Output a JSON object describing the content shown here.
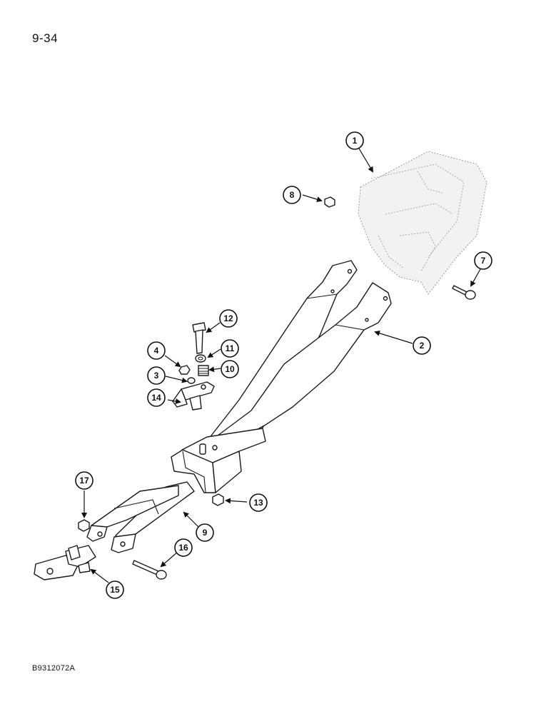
{
  "page_number": "9-34",
  "drawing_id": "B9312072A",
  "callouts": [
    {
      "id": "c1",
      "label": "1"
    },
    {
      "id": "c2",
      "label": "2"
    },
    {
      "id": "c3",
      "label": "3"
    },
    {
      "id": "c4",
      "label": "4"
    },
    {
      "id": "c7",
      "label": "7"
    },
    {
      "id": "c8",
      "label": "8"
    },
    {
      "id": "c9",
      "label": "9"
    },
    {
      "id": "c10",
      "label": "10"
    },
    {
      "id": "c11",
      "label": "11"
    },
    {
      "id": "c12",
      "label": "12"
    },
    {
      "id": "c13",
      "label": "13"
    },
    {
      "id": "c14",
      "label": "14"
    },
    {
      "id": "c15",
      "label": "15"
    },
    {
      "id": "c16",
      "label": "16"
    },
    {
      "id": "c17",
      "label": "17"
    }
  ]
}
